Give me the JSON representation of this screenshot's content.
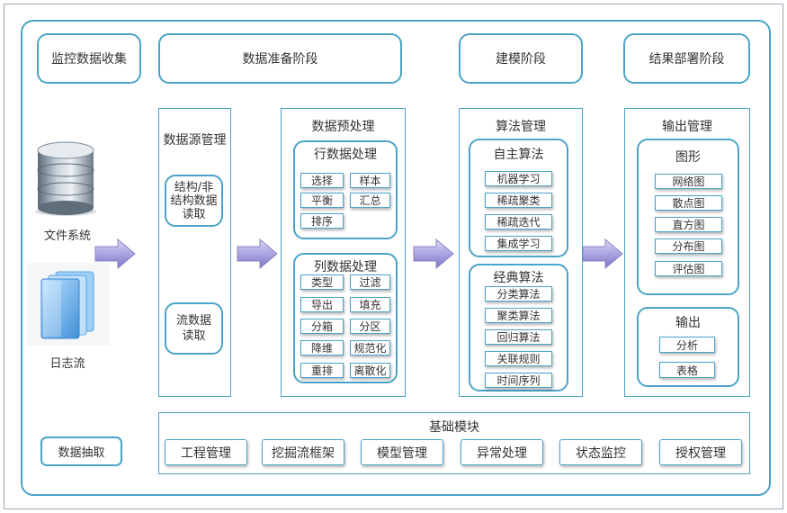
{
  "top": {
    "collect": "监控数据收集",
    "prep": "数据准备阶段",
    "model": "建模阶段",
    "deploy": "结果部署阶段"
  },
  "left": {
    "filesystem": "文件系统",
    "logstream": "日志流",
    "extract": "数据抽取"
  },
  "source": {
    "title": "数据源管理",
    "structured": "结构/非结构数据读取",
    "stream": "流数据读取"
  },
  "preprocess": {
    "title": "数据预处理",
    "row": {
      "title": "行数据处理",
      "items": [
        "选择",
        "样本",
        "平衡",
        "汇总",
        "排序"
      ]
    },
    "col": {
      "title": "列数据处理",
      "items": [
        "类型",
        "过滤",
        "导出",
        "填充",
        "分箱",
        "分区",
        "降维",
        "规范化",
        "重排",
        "离散化"
      ]
    }
  },
  "algo": {
    "title": "算法管理",
    "self": {
      "title": "自主算法",
      "items": [
        "机器学习",
        "稀疏聚类",
        "稀疏迭代",
        "集成学习"
      ]
    },
    "classic": {
      "title": "经典算法",
      "items": [
        "分类算法",
        "聚类算法",
        "回归算法",
        "关联规则",
        "时间序列"
      ]
    }
  },
  "output": {
    "title": "输出管理",
    "graph": {
      "title": "图形",
      "items": [
        "网络图",
        "散点图",
        "直方图",
        "分布图",
        "评估图"
      ]
    },
    "out": {
      "title": "输出",
      "items": [
        "分析",
        "表格"
      ]
    }
  },
  "base": {
    "title": "基础模块",
    "items": [
      "工程管理",
      "挖掘流框架",
      "模型管理",
      "异常处理",
      "状态监控",
      "授权管理"
    ]
  },
  "colors": {
    "border": "#4aa3c8",
    "arrow": "#8e8bd0"
  }
}
